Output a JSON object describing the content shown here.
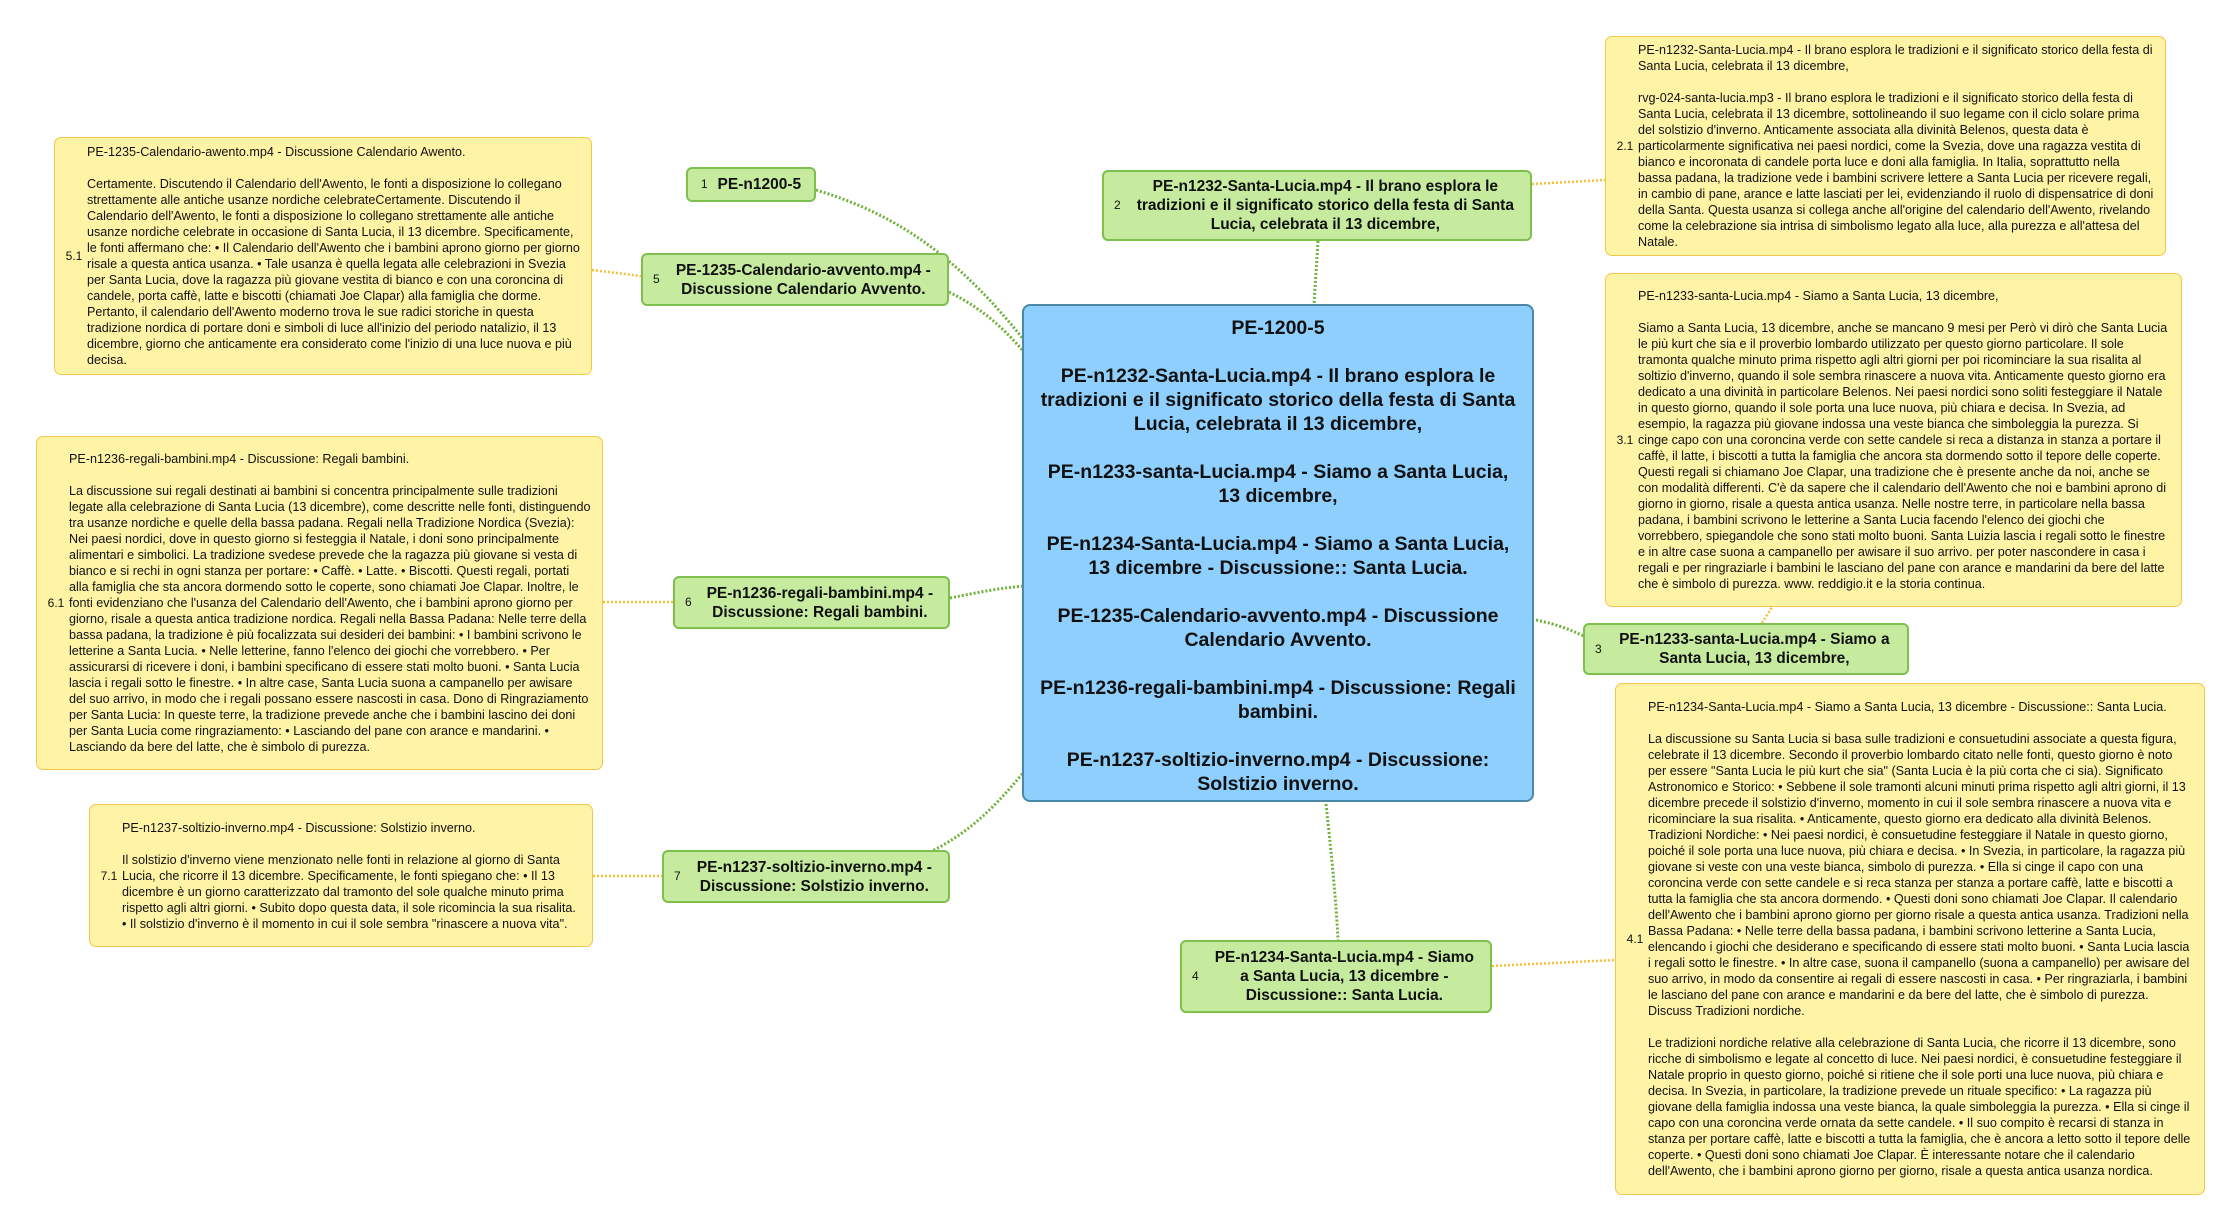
{
  "colors": {
    "center_fill": "#8ecffd",
    "topic_fill": "#c6eb9f",
    "note_fill": "#fff4a6",
    "topic_link": "#6fb23a",
    "note_link": "#f2c035"
  },
  "center": {
    "lines": [
      "PE-1200-5",
      "PE-n1232-Santa-Lucia.mp4 - Il brano esplora le tradizioni e il significato storico della festa di Santa Lucia, celebrata il 13 dicembre,",
      "PE-n1233-santa-Lucia.mp4 - Siamo a Santa Lucia, 13 dicembre,",
      "PE-n1234-Santa-Lucia.mp4 - Siamo a Santa Lucia, 13 dicembre - Discussione:: Santa Lucia.",
      "PE-1235-Calendario-avvento.mp4 - Discussione Calendario Avvento.",
      "PE-n1236-regali-bambini.mp4 - Discussione: Regali bambini.",
      "PE-n1237-soltizio-inverno.mp4 - Discussione: Solstizio inverno."
    ]
  },
  "topics": [
    {
      "num": "1",
      "label": "PE-n1200-5"
    },
    {
      "num": "2",
      "label": "PE-n1232-Santa-Lucia.mp4 - Il brano esplora le tradizioni e il significato storico della festa di Santa Lucia, celebrata il 13 dicembre,"
    },
    {
      "num": "3",
      "label": "PE-n1233-santa-Lucia.mp4 - Siamo a Santa Lucia, 13 dicembre,"
    },
    {
      "num": "4",
      "label": "PE-n1234-Santa-Lucia.mp4 - Siamo a Santa Lucia, 13 dicembre - Discussione:: Santa Lucia."
    },
    {
      "num": "5",
      "label": "PE-1235-Calendario-avvento.mp4 - Discussione Calendario Avvento."
    },
    {
      "num": "6",
      "label": "PE-n1236-regali-bambini.mp4 - Discussione: Regali bambini."
    },
    {
      "num": "7",
      "label": "PE-n1237-soltizio-inverno.mp4 - Discussione: Solstizio inverno."
    }
  ],
  "notes": {
    "n21": {
      "num": "2.1",
      "paragraphs": [
        "PE-n1232-Santa-Lucia.mp4 - Il brano esplora le tradizioni e il significato storico della festa di Santa Lucia, celebrata il 13 dicembre,",
        "rvg-024-santa-lucia.mp3 - Il brano esplora le tradizioni e il significato storico della festa di Santa Lucia, celebrata il 13 dicembre, sottolineando il suo legame con il ciclo solare prima del solstizio d'inverno. Anticamente associata alla divinità Belenos, questa data è particolarmente significativa nei paesi nordici, come la Svezia, dove una ragazza vestita di bianco e incoronata di candele porta luce e doni alla famiglia. In Italia, soprattutto nella bassa padana, la tradizione vede i bambini scrivere lettere a Santa Lucia per ricevere regali, in cambio di pane, arance e latte lasciati per lei, evidenziando il ruolo di dispensatrice di doni della Santa. Questa usanza si collega anche all'origine del calendario dell'Awento, rivelando come la celebrazione sia intrisa di simbolismo legato alla luce, alla purezza e all'attesa del Natale."
      ]
    },
    "n31": {
      "num": "3.1",
      "paragraphs": [
        "PE-n1233-santa-Lucia.mp4 - Siamo a Santa Lucia, 13 dicembre,",
        "Siamo a Santa Lucia, 13 dicembre, anche se mancano 9 mesi per Però vi dirò che Santa Lucia le più kurt che sia e il proverbio lombardo utilizzato per questo giorno particolare. Il sole tramonta qualche minuto prima rispetto agli altri giorni per poi ricominciare la sua risalita al soltizio d'inverno, quando il sole sembra rinascere a nuova vita. Anticamente questo giorno era dedicato a una divinità in particolare Belenos. Nei paesi nordici sono soliti festeggiare il Natale in questo giorno, quando il sole porta una luce nuova, più chiara e decisa. In Svezia, ad esempio, la ragazza più giovane indossa una veste bianca che simboleggia la purezza. Si cinge capo con una coroncina verde con sette candele si reca a distanza in stanza a portare il caffè, il latte, i biscotti a tutta la famiglia che ancora sta dormendo sotto il tepore delle coperte. Questi regali si chiamano Joe Clapar, una tradizione che è presente anche da noi, anche se con modalità differenti. C'è da sapere che il calendario dell'Awento che noi e bambini aprono di giorno in giorno, risale a questa antica usanza. Nelle nostre terre, in particolare nella bassa padana, i bambini scrivono le letterine a Santa Lucia facendo l'elenco dei giochi che vorrebbero, spiegandole che sono stati molto buoni. Santa Luizia lascia i regali sotto le finestre e in altre case suona a campanello per awisare il suo arrivo. per poter nascondere in casa i regali e per ringraziarle i bambini le lasciano del pane con arance e mandarini da bere del latte che è simbolo di purezza. www. reddigio.it e la storia continua."
      ]
    },
    "n41": {
      "num": "4.1",
      "paragraphs": [
        "PE-n1234-Santa-Lucia.mp4 - Siamo a Santa Lucia, 13 dicembre - Discussione:: Santa Lucia.",
        "La discussione su Santa Lucia si basa sulle tradizioni e consuetudini associate a questa figura, celebrate il 13 dicembre. Secondo il proverbio lombardo citato nelle fonti, questo giorno è noto per essere \"Santa Lucia le più kurt che sia\" (Santa Lucia è la più corta che ci sia). Significato Astronomico e Storico: • Sebbene il sole tramonti alcuni minuti prima rispetto agli altri giorni, il 13 dicembre precede il solstizio d'inverno, momento in cui il sole sembra rinascere a nuova vita e ricominciare la sua risalita. • Anticamente, questo giorno era dedicato alla divinità Belenos. Tradizioni Nordiche: • Nei paesi nordici, è consuetudine festeggiare il Natale in questo giorno, poiché il sole porta una luce nuova, più chiara e decisa. • In Svezia, in particolare, la ragazza più giovane si veste con una veste bianca, simbolo di purezza. • Ella si cinge il capo con una coroncina verde con sette candele e si reca stanza per stanza a portare caffè, latte e biscotti a tutta la famiglia che sta ancora dormendo. • Questi doni sono chiamati Joe Clapar. Il calendario dell'Awento che i bambini aprono giorno per giorno risale a questa antica usanza. Tradizioni nella Bassa Padana: • Nelle terre della bassa padana, i bambini scrivono letterine a Santa Lucia, elencando i giochi che desiderano e specificando di essere stati molto buoni. • Santa Lucia lascia i regali sotto le finestre. • In altre case, suona il campanello (suona a campanello) per awisare del suo arrivo, in modo da consentire ai regali di essere nascosti in casa. • Per ringraziarla, i bambini le lasciano del pane con arance e mandarini e da bere del latte, che è simbolo di purezza. Discuss Tradizioni nordiche.",
        "Le tradizioni nordiche relative alla celebrazione di Santa Lucia, che ricorre il 13 dicembre, sono ricche di simbolismo e legate al concetto di luce. Nei paesi nordici, è consuetudine festeggiare il Natale proprio in questo giorno, poiché si ritiene che il sole porti una luce nuova, più chiara e decisa. In Svezia, in particolare, la tradizione prevede un rituale specifico: • La ragazza più giovane della famiglia indossa una veste bianca, la quale simboleggia la purezza. • Ella si cinge il capo con una coroncina verde ornata da sette candele. • Il suo compito è recarsi di stanza in stanza per portare caffè, latte e biscotti a tutta la famiglia, che è ancora a letto sotto il tepore delle coperte. • Questi doni sono chiamati Joe Clapar. È interessante notare che il calendario dell'Awento, che i bambini aprono giorno per giorno, risale a questa antica usanza nordica."
      ]
    },
    "n51": {
      "num": "5.1",
      "paragraphs": [
        "PE-1235-Calendario-awento.mp4 - Discussione Calendario Awento.",
        "Certamente. Discutendo il Calendario dell'Awento, le fonti a disposizione lo collegano strettamente alle antiche usanze nordiche celebrateCertamente. Discutendo il Calendario dell'Awento, le fonti a disposizione lo collegano strettamente alle antiche usanze nordiche celebrate in occasione di Santa Lucia, il 13 dicembre. Specificamente, le fonti affermano che: • Il Calendario dell'Awento che i bambini aprono giorno per giorno risale a questa antica usanza. • Tale usanza è quella legata alle celebrazioni in Svezia per Santa Lucia, dove la ragazza più giovane vestita di bianco e con una coroncina di candele, porta caffè, latte e biscotti (chiamati Joe Clapar) alla famiglia che dorme. Pertanto, il calendario dell'Awento moderno trova le sue radici storiche in questa tradizione nordica di portare doni e simboli di luce all'inizio del periodo natalizio, il 13 dicembre, giorno che anticamente era considerato come l'inizio di una luce nuova e più decisa."
      ]
    },
    "n61": {
      "num": "6.1",
      "paragraphs": [
        "PE-n1236-regali-bambini.mp4 - Discussione: Regali bambini.",
        "La discussione sui regali destinati ai bambini si concentra principalmente sulle tradizioni legate alla celebrazione di Santa Lucia (13 dicembre), come descritte nelle fonti, distinguendo tra usanze nordiche e quelle della bassa padana. Regali nella Tradizione Nordica (Svezia): Nei paesi nordici, dove in questo giorno si festeggia il Natale, i doni sono principalmente alimentari e simbolici. La tradizione svedese prevede che la ragazza più giovane si vesta di bianco e si rechi in ogni stanza per portare: • Caffè. • Latte. • Biscotti. Questi regali, portati alla famiglia che sta ancora dormendo sotto le coperte, sono chiamati Joe Clapar. Inoltre, le fonti evidenziano che l'usanza del Calendario dell'Awento, che i bambini aprono giorno per giorno, risale a questa antica tradizione nordica. Regali nella Bassa Padana: Nelle terre della bassa padana, la tradizione è più focalizzata sui desideri dei bambini: • I bambini scrivono le letterine a Santa Lucia. • Nelle letterine, fanno l'elenco dei giochi che vorrebbero. • Per assicurarsi di ricevere i doni, i bambini specificano di essere stati molto buoni. • Santa Lucia lascia i regali sotto le finestre. • In altre case, Santa Lucia suona a campanello per awisare del suo arrivo, in modo che i regali possano essere nascosti in casa. Dono di Ringraziamento per Santa Lucia: In queste terre, la tradizione prevede anche che i bambini lascino dei doni per Santa Lucia come ringraziamento: • Lasciando del pane con arance e mandarini. • Lasciando da bere del latte, che è simbolo di purezza."
      ]
    },
    "n71": {
      "num": "7.1",
      "paragraphs": [
        "PE-n1237-soltizio-inverno.mp4 - Discussione: Solstizio inverno.",
        "Il solstizio d'inverno viene menzionato nelle fonti in relazione al giorno di Santa Lucia, che ricorre il 13 dicembre. Specificamente, le fonti spiegano che: • Il 13 dicembre è un giorno caratterizzato dal tramonto del sole qualche minuto prima rispetto agli altri giorni. • Subito dopo questa data, il sole ricomincia la sua risalita. • Il solstizio d'inverno è il momento in cui il sole sembra \"rinascere a nuova vita\"."
      ]
    }
  }
}
